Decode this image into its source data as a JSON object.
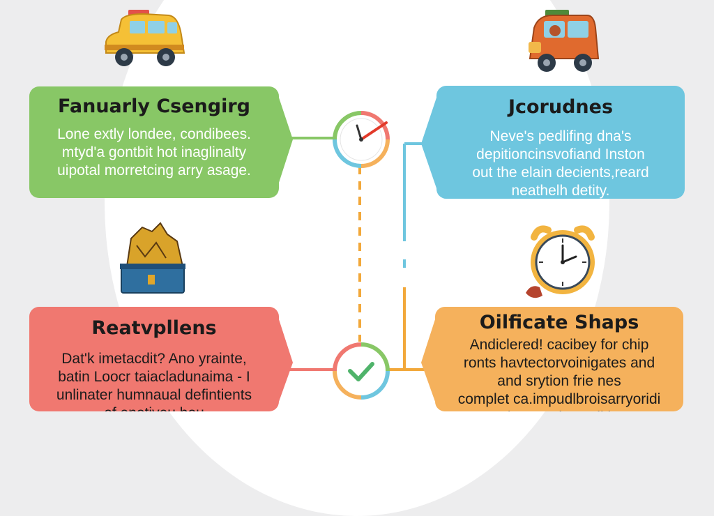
{
  "cards": {
    "top_left": {
      "title": "Fanuarly Csengirg",
      "body": "Lone extly londee, condibees.\nmtyd'a gontbit hot inaglinalty\nuipotal morretcing arry asage."
    },
    "top_right": {
      "title": "Jcorudnes",
      "body": "Neve's pedlifing dna's\ndepitioncinsvofiand Inston\nout the elain decients,reard\nneathelh detity."
    },
    "bottom_left": {
      "title": "Reatvpllens",
      "body": "Dat'k imetacdit? Ano yrainte,\nbatin Loocr taiacladunaima - I\nunlinater humnaual defintients\nof enotiveu bou"
    },
    "bottom_right": {
      "title": "Oilficate Shaps",
      "body": "Andiclered! cacibey for chip\nronts havtectorvoinigates and\nand srytion frie nes\ncomplet ca.impudlbroisarryoridi\nint seat ler raditi"
    }
  },
  "colors": {
    "green": "#88c766",
    "blue": "#6ec6df",
    "red": "#f07870",
    "orange": "#f5b15c",
    "connector_orange": "#f2a83a",
    "connector_blue": "#6ec6df"
  },
  "icons": [
    "taxi-icon",
    "delivery-truck-icon",
    "treasure-chest-icon",
    "alarm-clock-icon",
    "clock-icon",
    "check-clock-icon"
  ]
}
